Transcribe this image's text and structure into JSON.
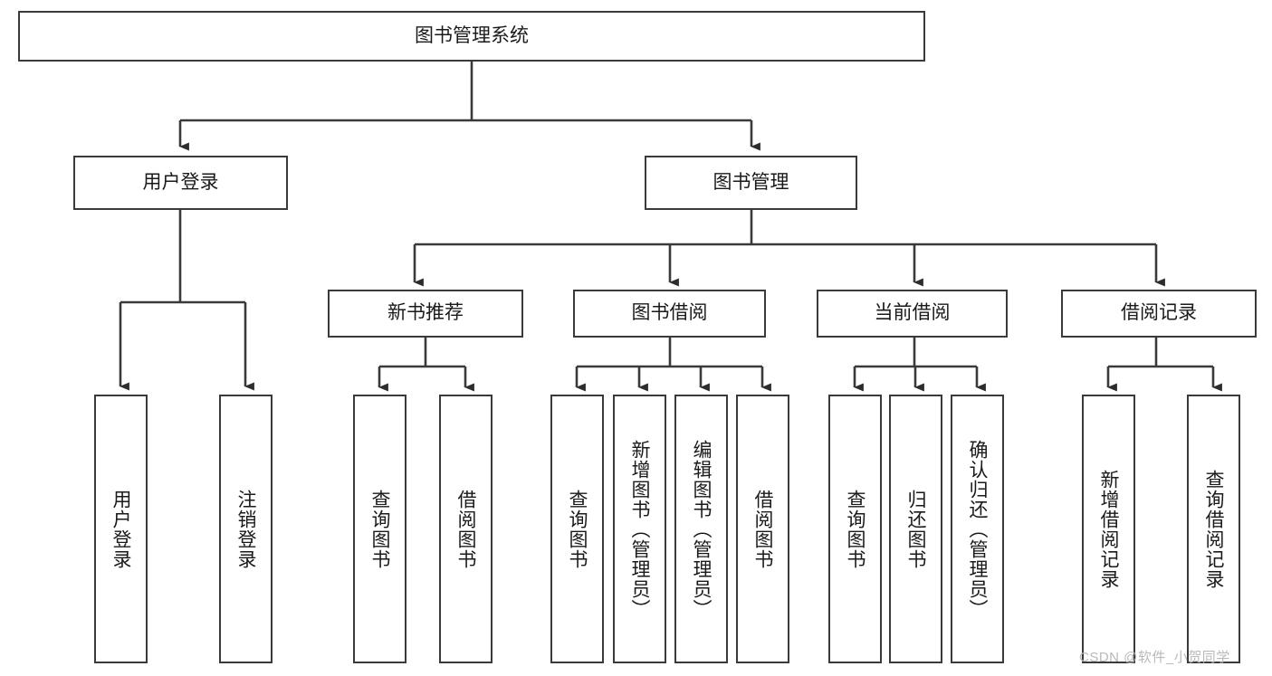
{
  "diagram": {
    "type": "hierarchy-tree",
    "title_node": "图书管理系统",
    "level1": [
      {
        "id": "user-login",
        "label": "用户登录"
      },
      {
        "id": "book-management",
        "label": "图书管理"
      }
    ],
    "level2": [
      {
        "id": "new-book-recommend",
        "label": "新书推荐",
        "parent": "book-management"
      },
      {
        "id": "book-borrow",
        "label": "图书借阅",
        "parent": "book-management"
      },
      {
        "id": "current-borrow",
        "label": "当前借阅",
        "parent": "book-management"
      },
      {
        "id": "borrow-record",
        "label": "借阅记录",
        "parent": "book-management"
      }
    ],
    "leaves": [
      {
        "id": "leaf-user-login",
        "label": "用户登录",
        "parent": "user-login"
      },
      {
        "id": "leaf-logout-login",
        "label": "注销登录",
        "parent": "user-login"
      },
      {
        "id": "leaf-query-book-1",
        "label": "查询图书",
        "parent": "new-book-recommend"
      },
      {
        "id": "leaf-borrow-book-1",
        "label": "借阅图书",
        "parent": "new-book-recommend"
      },
      {
        "id": "leaf-query-book-2",
        "label": "查询图书",
        "parent": "book-borrow"
      },
      {
        "id": "leaf-add-book",
        "label": "新增图书（管理员）",
        "parent": "book-borrow"
      },
      {
        "id": "leaf-edit-book",
        "label": "编辑图书（管理员）",
        "parent": "book-borrow"
      },
      {
        "id": "leaf-borrow-book-2",
        "label": "借阅图书",
        "parent": "book-borrow"
      },
      {
        "id": "leaf-query-book-3",
        "label": "查询图书",
        "parent": "current-borrow"
      },
      {
        "id": "leaf-return-book",
        "label": "归还图书",
        "parent": "current-borrow"
      },
      {
        "id": "leaf-confirm-return",
        "label": "确认归还（管理员）",
        "parent": "current-borrow"
      },
      {
        "id": "leaf-add-record",
        "label": "新增借阅记录",
        "parent": "borrow-record"
      },
      {
        "id": "leaf-query-record",
        "label": "查询借阅记录",
        "parent": "borrow-record"
      }
    ],
    "colors": {
      "stroke": "#3a3a3a",
      "fill": "#ffffff",
      "text": "#1a1a1a",
      "watermark": "#b9b9b9"
    }
  },
  "watermark": {
    "text": "CSDN @软件_小贺同学"
  }
}
